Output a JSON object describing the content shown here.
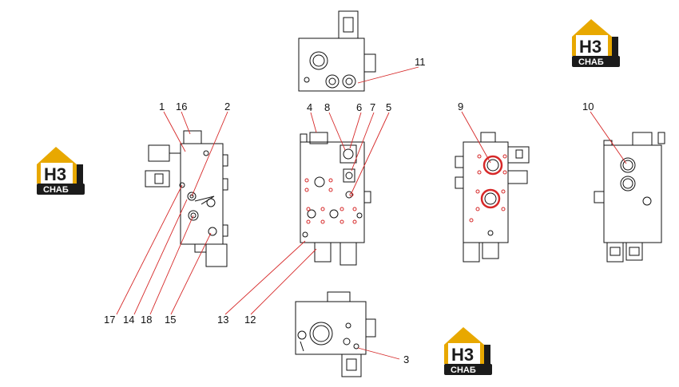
{
  "callouts": {
    "c1": "1",
    "c2": "2",
    "c3": "3",
    "c4": "4",
    "c5": "5",
    "c6": "6",
    "c7": "7",
    "c8": "8",
    "c9": "9",
    "c10": "10",
    "c11": "11",
    "c12": "12",
    "c13": "13",
    "c14": "14",
    "c15": "15",
    "c16": "16",
    "c17": "17",
    "c18": "18"
  },
  "logo": {
    "letters": "H3",
    "word": "CHAБ"
  },
  "colors": {
    "line": "#111111",
    "highlight": "#d62828",
    "logo_gold": "#e8a800",
    "logo_dark": "#1b1b1b"
  }
}
